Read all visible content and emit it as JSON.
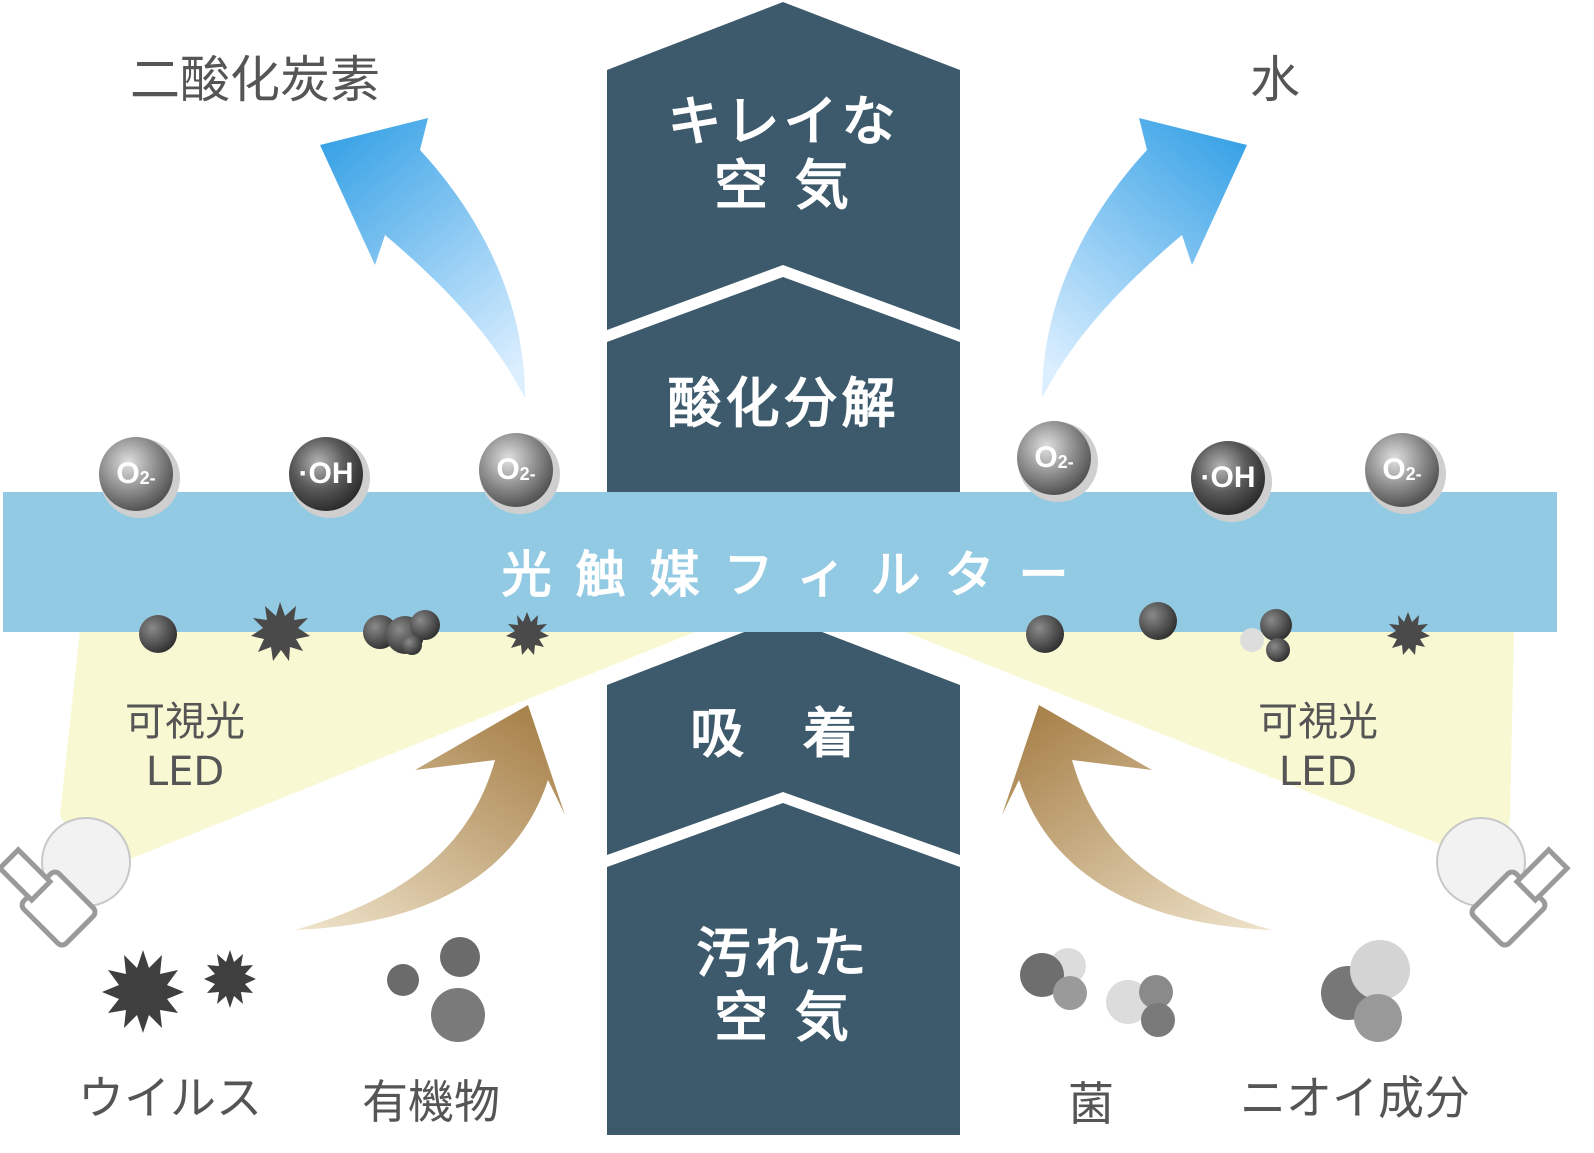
{
  "center": {
    "top_box": "キレイな\n空 気",
    "decompose_box": "酸化分解",
    "adsorb_box": "吸 着",
    "bottom_box": "汚れた\n空 気"
  },
  "filter_label": "光触媒フィルター",
  "outputs": {
    "left": "二酸化炭素",
    "right": "水"
  },
  "led_label_left": "可視光\nLED",
  "led_label_right": "可視光\nLED",
  "pollutants": {
    "virus": "ウイルス",
    "organic": "有機物",
    "bacteria": "菌",
    "odor": "ニオイ成分"
  },
  "molecules": [
    {
      "base": "O",
      "sub": "2-"
    },
    {
      "base": "·OH",
      "sub": ""
    },
    {
      "base": "O",
      "sub": "2-"
    },
    {
      "base": "O",
      "sub": "2-"
    },
    {
      "base": "·OH",
      "sub": ""
    },
    {
      "base": "O",
      "sub": "2-"
    }
  ],
  "colors": {
    "box": "#3d5a6c",
    "filter": "#93cae3",
    "led_light": "#f8f8d2",
    "blue_arrow": "#4aa9e6",
    "brown_arrow": "#b08e5a",
    "particle": "#555555"
  }
}
